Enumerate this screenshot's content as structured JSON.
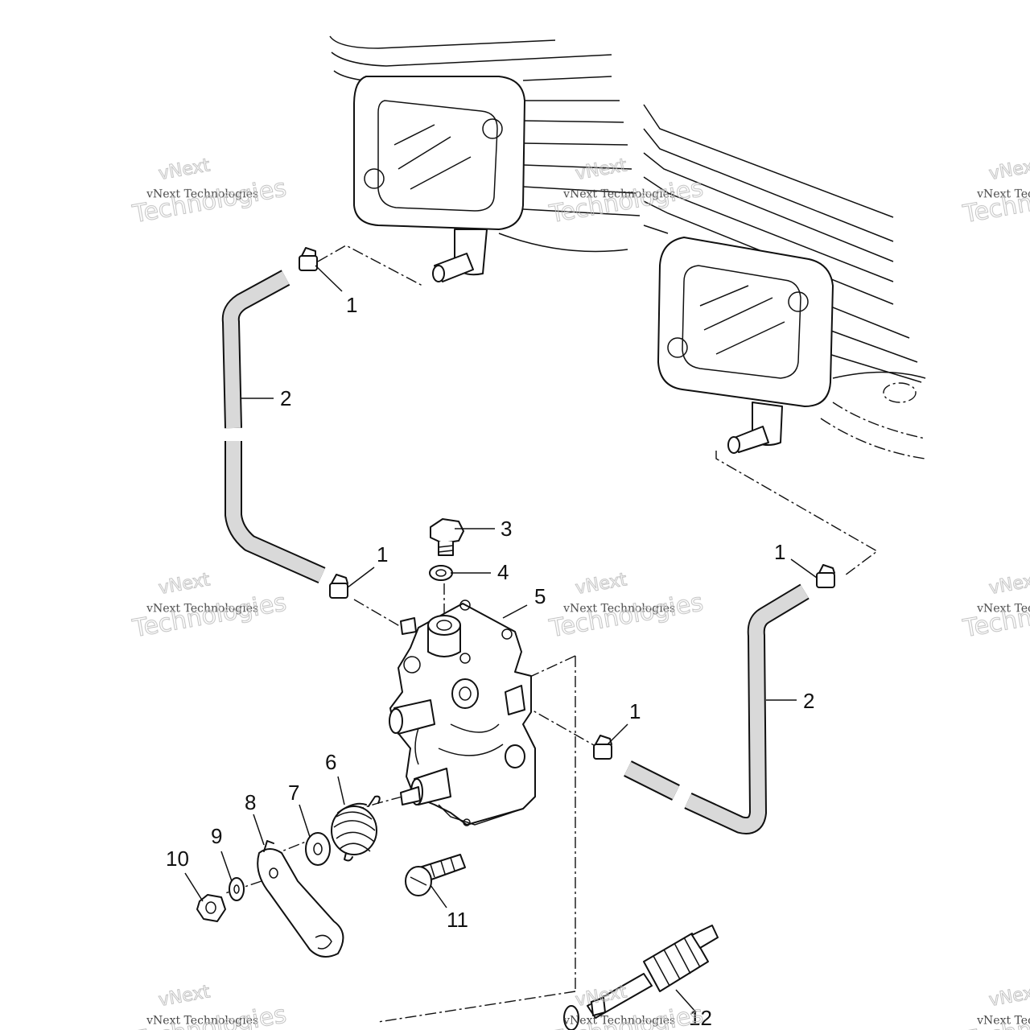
{
  "callouts": {
    "c1a": "1",
    "c2a": "2",
    "c1b": "1",
    "c3": "3",
    "c4": "4",
    "c5": "5",
    "c1c": "1",
    "c1d": "1",
    "c2b": "2",
    "c6": "6",
    "c7": "7",
    "c8": "8",
    "c9": "9",
    "c10": "10",
    "c11": "11",
    "c12": "12"
  },
  "watermark": {
    "line1": "vNext Technologies",
    "brand_top": "vNext",
    "brand_bottom": "Technologies"
  }
}
